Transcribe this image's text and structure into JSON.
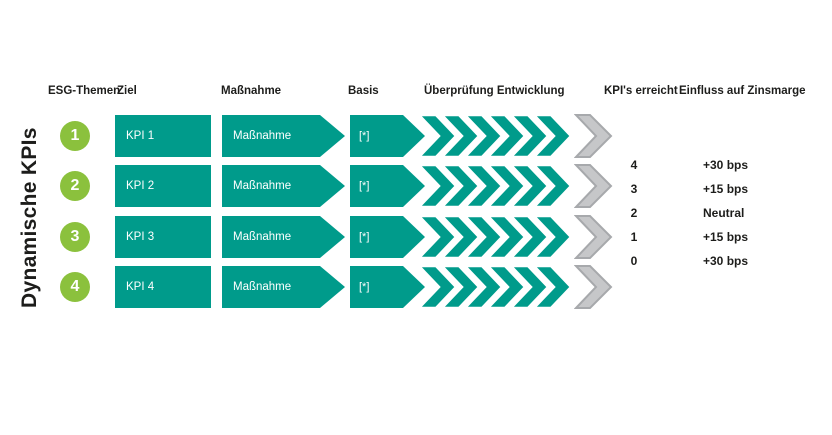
{
  "title": "Dynamische KPIs",
  "headers": {
    "esg_themen": "ESG-Themen",
    "ziel": "Ziel",
    "massnahme": "Maßnahme",
    "basis": "Basis",
    "ueberpruefung": "Überprüfung Entwicklung",
    "kpis_erreicht": "KPI's erreicht",
    "einfluss": "Einfluss auf Zinsmarge"
  },
  "rows": [
    {
      "number": "1",
      "ziel": "KPI 1",
      "massnahme": "Maßnahme",
      "basis": "[*]"
    },
    {
      "number": "2",
      "ziel": "KPI 2",
      "massnahme": "Maßnahme",
      "basis": "[*]"
    },
    {
      "number": "3",
      "ziel": "KPI 3",
      "massnahme": "Maßnahme",
      "basis": "[*]"
    },
    {
      "number": "4",
      "ziel": "KPI 4",
      "massnahme": "Maßnahme",
      "basis": "[*]"
    }
  ],
  "outcomes": [
    {
      "erreicht": "4",
      "einfluss": "+30 bps"
    },
    {
      "erreicht": "3",
      "einfluss": "+15 bps"
    },
    {
      "erreicht": "2",
      "einfluss": "Neutral"
    },
    {
      "erreicht": "1",
      "einfluss": "+15 bps"
    },
    {
      "erreicht": "0",
      "einfluss": "+30 bps"
    }
  ],
  "colors": {
    "teal": "#009B8B",
    "green": "#8BC13D",
    "gray_fill": "#C6C7C9",
    "gray_stroke": "#A7A9AC",
    "text": "#1D1D1B",
    "box_text": "#FFFFFF"
  }
}
